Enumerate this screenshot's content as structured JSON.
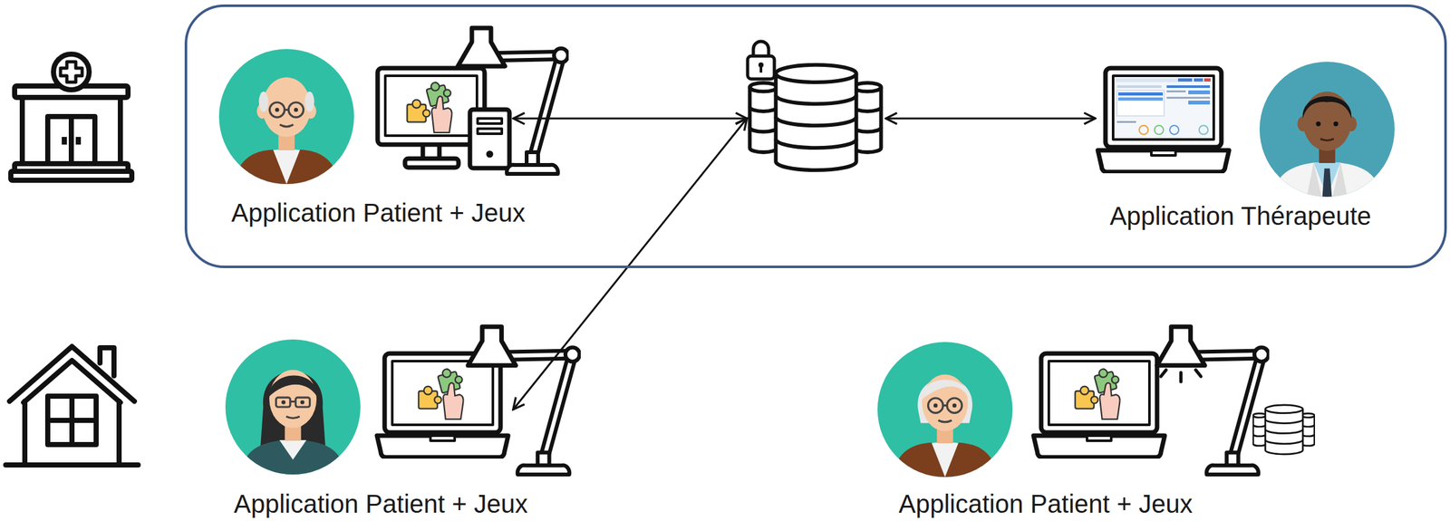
{
  "diagram": {
    "nodes": [
      {
        "text": []
      },
      {
        "text": [
          "Application Patient + Jeux"
        ],
        "in": 0
      },
      {
        "text": [],
        "in": 0
      },
      {
        "text": [
          "Application Thérapeute"
        ],
        "in": 0
      },
      {
        "text": [
          "Application Patient + Jeux"
        ]
      },
      {
        "text": [
          "Application Patient + Jeux"
        ]
      }
    ],
    "edges": [
      {
        "from": 1,
        "to": 2,
        "arrow": "both"
      },
      {
        "from": 2,
        "to": 3,
        "arrow": "both"
      },
      {
        "from": 2,
        "to": 4,
        "arrow": "both"
      }
    ]
  }
}
